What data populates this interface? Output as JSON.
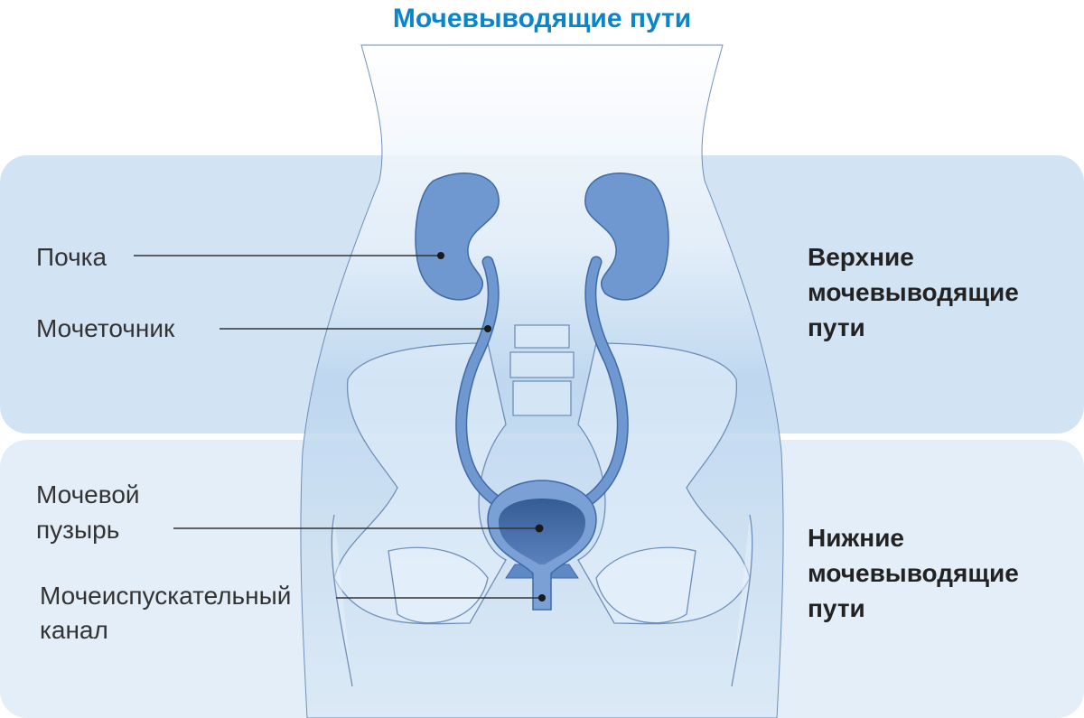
{
  "title": "Мочевыводящие пути",
  "labels": {
    "kidney": "Почка",
    "ureter": "Мочеточник",
    "bladder_1": "Мочевой",
    "bladder_2": "пузырь",
    "urethra_1": "Мочеиспускательный",
    "urethra_2": "канал"
  },
  "sections": {
    "upper": [
      "Верхние",
      "мочевыводящие",
      "пути"
    ],
    "lower": [
      "Нижние",
      "мочевыводящие",
      "пути"
    ]
  },
  "colors": {
    "title": "#0a86c8",
    "upper_panel": "#d2e4f4",
    "lower_panel": "#e3eef8",
    "organ": "#6f98d0",
    "organ_dark": "#3f6aa6",
    "outline": "#4a6fa5"
  }
}
